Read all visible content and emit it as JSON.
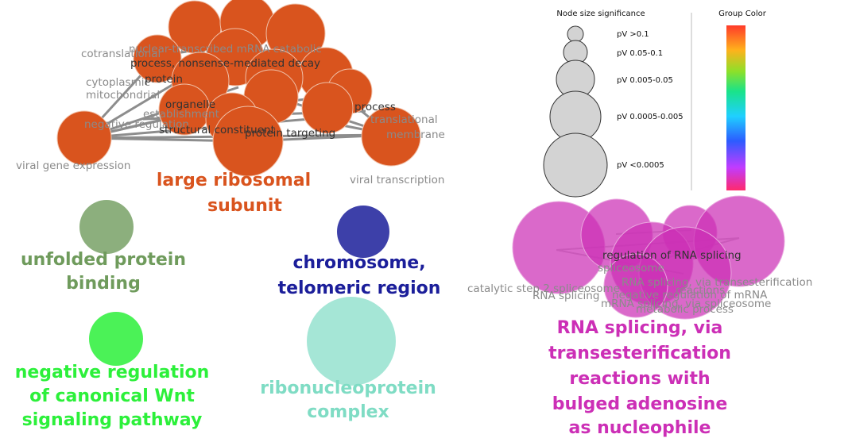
{
  "colors": {
    "large_ribosomal": "#d9541e",
    "unfolded_protein": "#6f9b5c",
    "chromosome": "#1b1e9a",
    "wnt": "#2cf03a",
    "ribonucleoprotein": "#7fdcc4",
    "rna_splicing": "#cc2fb6",
    "edge": "#7a7a7a",
    "legend_circle": "#d3d3d3"
  },
  "clusters": {
    "large_ribosomal": {
      "label_lines": [
        "large ribosomal",
        "subunit"
      ],
      "terms": [
        "nuclear-transcribed mRNA catabolic",
        "process, nonsense-mediated decay",
        "cotranslational",
        "cytoplasmic",
        "mitochondrial",
        "protein",
        "organelle",
        "establishment",
        "negative regulation",
        "structural constituent",
        "protein targeting",
        "process",
        "translational",
        "membrane",
        "viral gene expression",
        "viral transcription"
      ]
    },
    "unfolded_protein": {
      "label_lines": [
        "unfolded protein",
        "binding"
      ]
    },
    "chromosome": {
      "label_lines": [
        "chromosome,",
        "telomeric region"
      ]
    },
    "wnt": {
      "label_lines": [
        "negative regulation",
        "of canonical Wnt",
        "signaling pathway"
      ]
    },
    "ribonucleoprotein": {
      "label_lines": [
        "ribonucleoprotein",
        "complex"
      ]
    },
    "rna_splicing": {
      "label_lines": [
        "RNA splicing, via",
        "transesterification",
        "reactions with",
        "bulged adenosine",
        "as nucleophile"
      ],
      "terms": [
        "regulation of RNA splicing",
        "spliceosome",
        "RNA splicing, via transesterification",
        "catalytic step 2 spliceosome",
        "RNA splicing",
        "negative regulation of mRNA",
        "metabolic process",
        "mRNA splicing, via spliceosome",
        "reactions"
      ]
    }
  },
  "legend": {
    "size_title": "Node size significance",
    "color_title": "Group Color",
    "levels": [
      "pV >0.1",
      "pV 0.05-0.1",
      "pV 0.005-0.05",
      "pV 0.0005-0.005",
      "pV <0.0005"
    ]
  }
}
